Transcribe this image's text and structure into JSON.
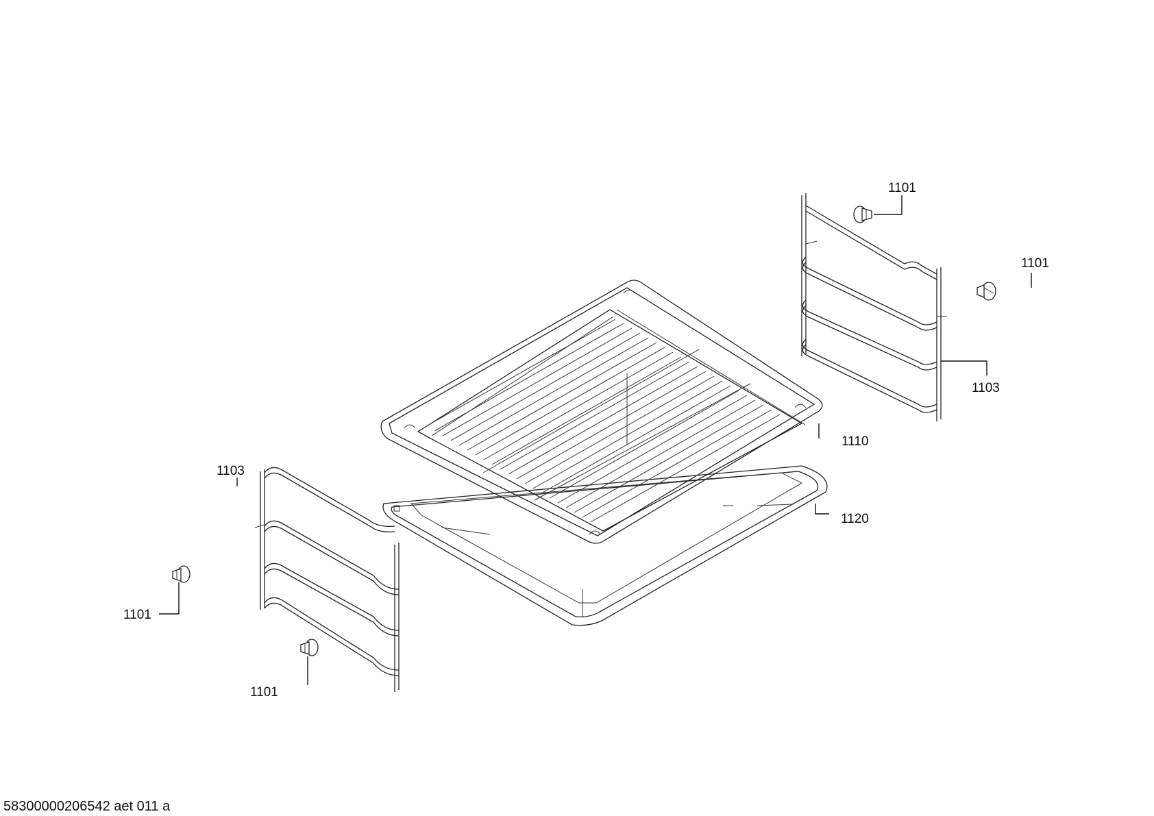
{
  "diagram": {
    "parts": [
      {
        "id": "clip-top",
        "label": "1101"
      },
      {
        "id": "clip-right",
        "label": "1101"
      },
      {
        "id": "clip-left",
        "label": "1101"
      },
      {
        "id": "clip-bottom",
        "label": "1101"
      },
      {
        "id": "rail-right",
        "label": "1103"
      },
      {
        "id": "rail-left",
        "label": "1103"
      },
      {
        "id": "wire-rack",
        "label": "1110"
      },
      {
        "id": "baking-tray",
        "label": "1120"
      }
    ],
    "footer": "58300000206542 aet 011 a"
  }
}
